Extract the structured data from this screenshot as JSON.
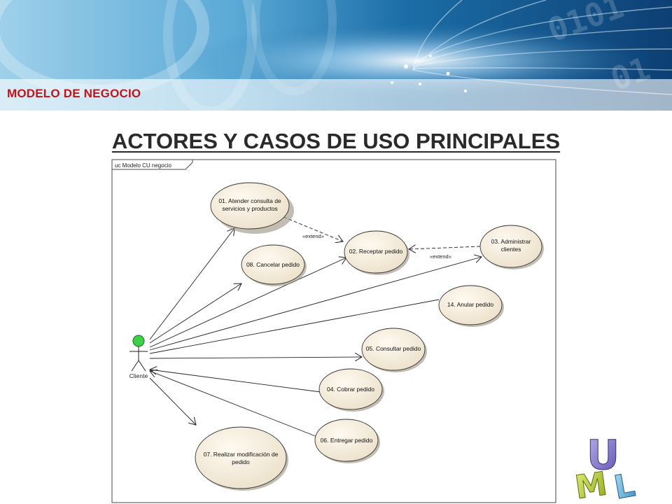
{
  "header": {
    "section_label": "MODELO DE NEGOCIO",
    "title": "ACTORES Y CASOS DE USO PRINCIPALES"
  },
  "diagram": {
    "frame_label": "uc Modelo CU negocio",
    "actor": {
      "name": "Cliente"
    },
    "use_cases": {
      "uc01": [
        "01. Atender consulta de",
        "servicios y productos"
      ],
      "uc08": [
        "08. Cancelar pedido"
      ],
      "uc02": [
        "02. Receptar pedido"
      ],
      "uc03": [
        "03. Administrar",
        "clientes"
      ],
      "uc14": [
        "14. Anular pedido"
      ],
      "uc05": [
        "05. Consultar pedido"
      ],
      "uc04": [
        "04. Cobrar pedido"
      ],
      "uc06": [
        "06. Entregar pedido"
      ],
      "uc07": [
        "07. Realizar modificación de",
        "pedido"
      ]
    },
    "stereotypes": {
      "extend_1": "«extend»",
      "extend_2": "«extend»"
    }
  },
  "logo": {
    "letters": [
      "U",
      "M",
      "L"
    ]
  },
  "colors": {
    "accent_red": "#c0141c",
    "use_case_fill": "#f3ead8",
    "banner_blue": "#1e6fa5"
  }
}
